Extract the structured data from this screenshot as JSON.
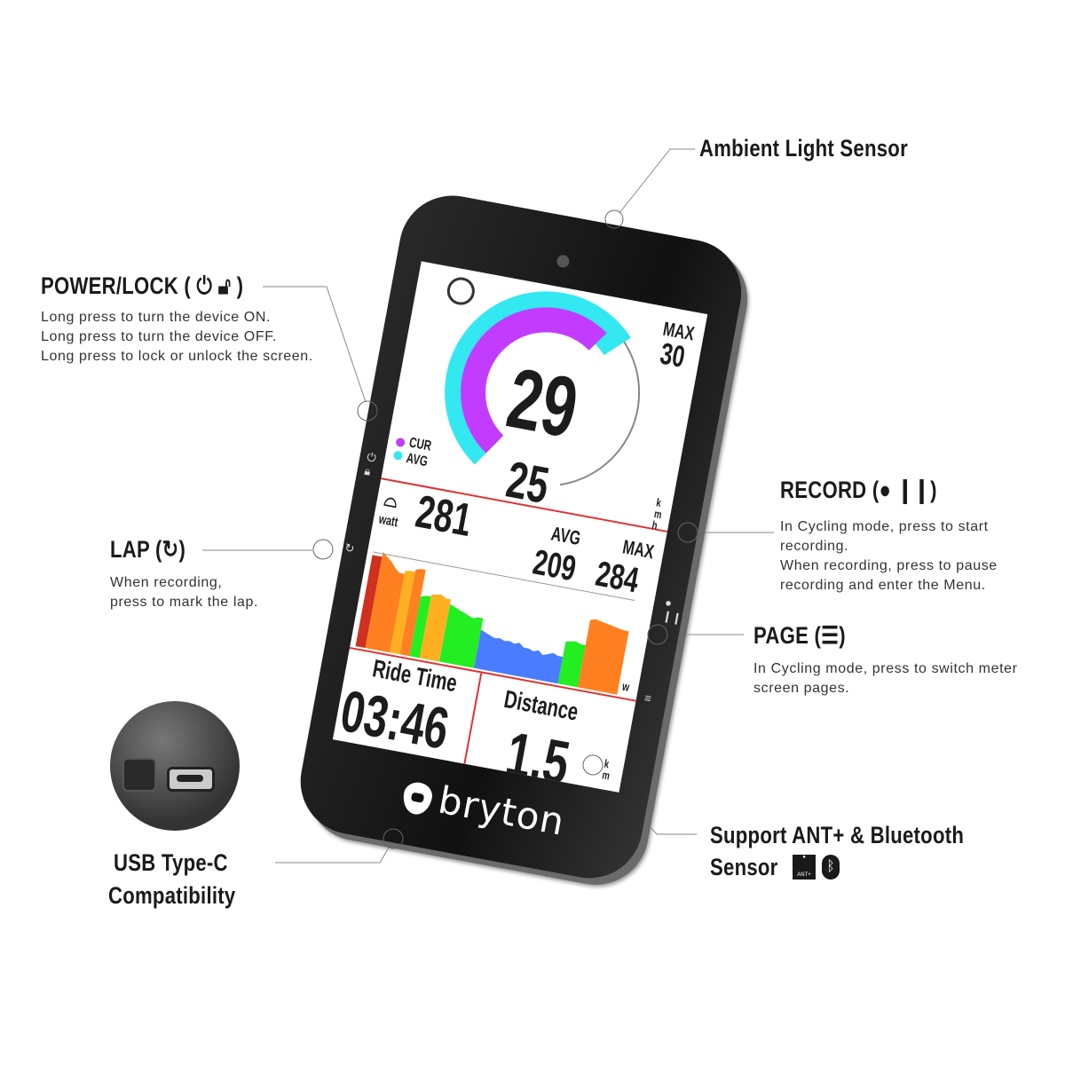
{
  "callouts": {
    "ambient": {
      "title": "Ambient Light Sensor"
    },
    "power": {
      "title": "POWER/LOCK (",
      "title_end": ")",
      "desc": [
        "Long press to turn the device ON.",
        "Long press to turn the device OFF.",
        "Long press to lock or unlock the screen."
      ]
    },
    "lap": {
      "title": "LAP (",
      "title_end": ")",
      "desc": [
        "When recording,",
        "press to mark the lap."
      ]
    },
    "record": {
      "title": "RECORD (",
      "title_end": ")",
      "desc": [
        "In Cycling mode, press to start",
        "recording.",
        "When recording, press to pause",
        "recording and enter the Menu."
      ]
    },
    "page": {
      "title": "PAGE (",
      "title_end": ")",
      "desc": [
        "In Cycling mode, press to switch meter",
        "screen pages."
      ]
    },
    "sensor": {
      "title_1": "Support ANT+ & Bluetooth",
      "title_2": "Sensor",
      "ant_label": "ANT+"
    },
    "usb": {
      "title_1": "USB Type-C",
      "title_2": "Compatibility"
    }
  },
  "device": {
    "brand": "bryton",
    "screen": {
      "speed_current": "29",
      "speed_avg": "25",
      "speed_max_label": "MAX",
      "speed_max": "30",
      "legend_cur": "CUR",
      "legend_avg": "AVG",
      "speed_unit": [
        "k",
        "m",
        "h"
      ],
      "power_icon_label": "watt",
      "power": "281",
      "power_avg_label": "AVG",
      "power_avg": "209",
      "power_max_label": "MAX",
      "power_max": "284",
      "power_unit": "w",
      "ride_time_label": "Ride Time",
      "ride_time": "03:46",
      "distance_label": "Distance",
      "distance": "1.5",
      "distance_unit": [
        "k",
        "m"
      ],
      "gauge_fraction_current": 0.62,
      "gauge_fraction_avg": 0.66
    }
  },
  "colors": {
    "cur": "#c23cff",
    "avg": "#33e8f0",
    "red_line": "#d33333"
  },
  "power_profile": [
    {
      "color": "#d03020",
      "values": [
        95,
        95
      ]
    },
    {
      "color": "#ff8020",
      "values": [
        100,
        96,
        92,
        86,
        82
      ]
    },
    {
      "color": "#ffb020",
      "values": [
        85,
        86
      ]
    },
    {
      "color": "#ff8020",
      "values": [
        88,
        90
      ]
    },
    {
      "color": "#22ee22",
      "values": [
        62,
        64
      ]
    },
    {
      "color": "#ffb020",
      "values": [
        66,
        67,
        68,
        65
      ]
    },
    {
      "color": "#22ee22",
      "values": [
        60,
        58,
        56,
        54,
        52,
        50,
        52
      ]
    },
    {
      "color": "#4a7cff",
      "values": [
        40,
        38,
        36,
        34,
        35,
        33,
        34,
        32,
        34,
        30,
        30,
        28,
        30,
        26,
        28,
        30,
        28
      ]
    },
    {
      "color": "#22ee22",
      "values": [
        44,
        45,
        46,
        44
      ]
    },
    {
      "color": "#ff8020",
      "values": [
        70,
        72,
        71,
        70,
        69,
        68,
        67,
        66
      ]
    }
  ]
}
